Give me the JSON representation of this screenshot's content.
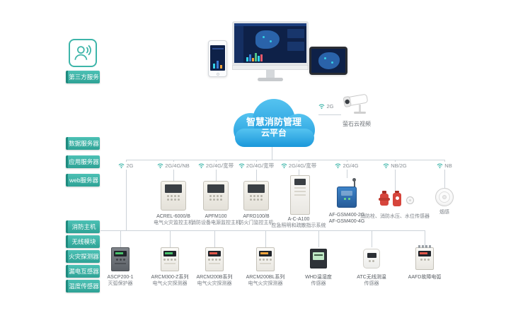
{
  "sidebar": {
    "third_party": {
      "label": "第三方服务"
    },
    "servers": [
      {
        "label": "数据服务器"
      },
      {
        "label": "应用服务器"
      },
      {
        "label": "web服务器"
      }
    ],
    "modules": [
      {
        "label": "消防主机"
      },
      {
        "label": "无线模块"
      },
      {
        "label": "火灾探测器"
      },
      {
        "label": "漏电互感器"
      },
      {
        "label": "温度传感器"
      }
    ]
  },
  "cloud": {
    "line1": "智慧消防管理",
    "line2": "云平台"
  },
  "camera": {
    "conn": "2G",
    "label": "萤石云视频"
  },
  "connections": [
    {
      "label": "2G"
    },
    {
      "label": "2G/4G/NB"
    },
    {
      "label": "2G/4G/宽带"
    },
    {
      "label": "2G/4G/宽带"
    },
    {
      "label": "2G/4G/宽带"
    },
    {
      "label": "2G/4G"
    },
    {
      "label": "NB/2G"
    },
    {
      "label": "NB"
    }
  ],
  "middle_devices": [
    {
      "line1": "ACREL-6000/B",
      "line2": "电气火灾监控主机"
    },
    {
      "line1": "APFM100",
      "line2": "消防设备电源监控主机"
    },
    {
      "line1": "AFRD100/B",
      "line2": "防火门监控主机"
    },
    {
      "line1": "A-C-A100",
      "line2": "应急照明和疏散指示系统"
    },
    {
      "line1": "AF-GSM400-2G",
      "line2": "AF-GSM400-4G"
    },
    {
      "line1": "消防栓、消防水压、水位传感器",
      "line2": ""
    },
    {
      "line1": "烟感",
      "line2": ""
    }
  ],
  "bottom_devices": [
    {
      "line1": "ASCP200-1",
      "line2": "灭弧保护器"
    },
    {
      "line1": "ARCM300-Z系列",
      "line2": "电气火灾探测器"
    },
    {
      "line1": "ARCM200B系列",
      "line2": "电气火灾探测器"
    },
    {
      "line1": "ARCM200BL系列",
      "line2": "电气火灾探测器"
    },
    {
      "line1": "WHD温湿度",
      "line2": "传感器"
    },
    {
      "line1": "ATC无线测温",
      "line2": "传感器"
    },
    {
      "line1": "AAFD故障电弧",
      "line2": ""
    }
  ],
  "icons": {
    "third_party": "person-broadcast",
    "connection": "wifi-arcs",
    "camera": "cctv-camera"
  },
  "colors": {
    "accent_teal": "#35ab9f",
    "accent_teal_dark": "#1e8a7e",
    "cloud_blue_top": "#55c3f0",
    "cloud_blue_bottom": "#1a97da",
    "line_gray": "#ccd2d8",
    "device_red": "#d6453c",
    "screen_navy": "#0e2148"
  }
}
